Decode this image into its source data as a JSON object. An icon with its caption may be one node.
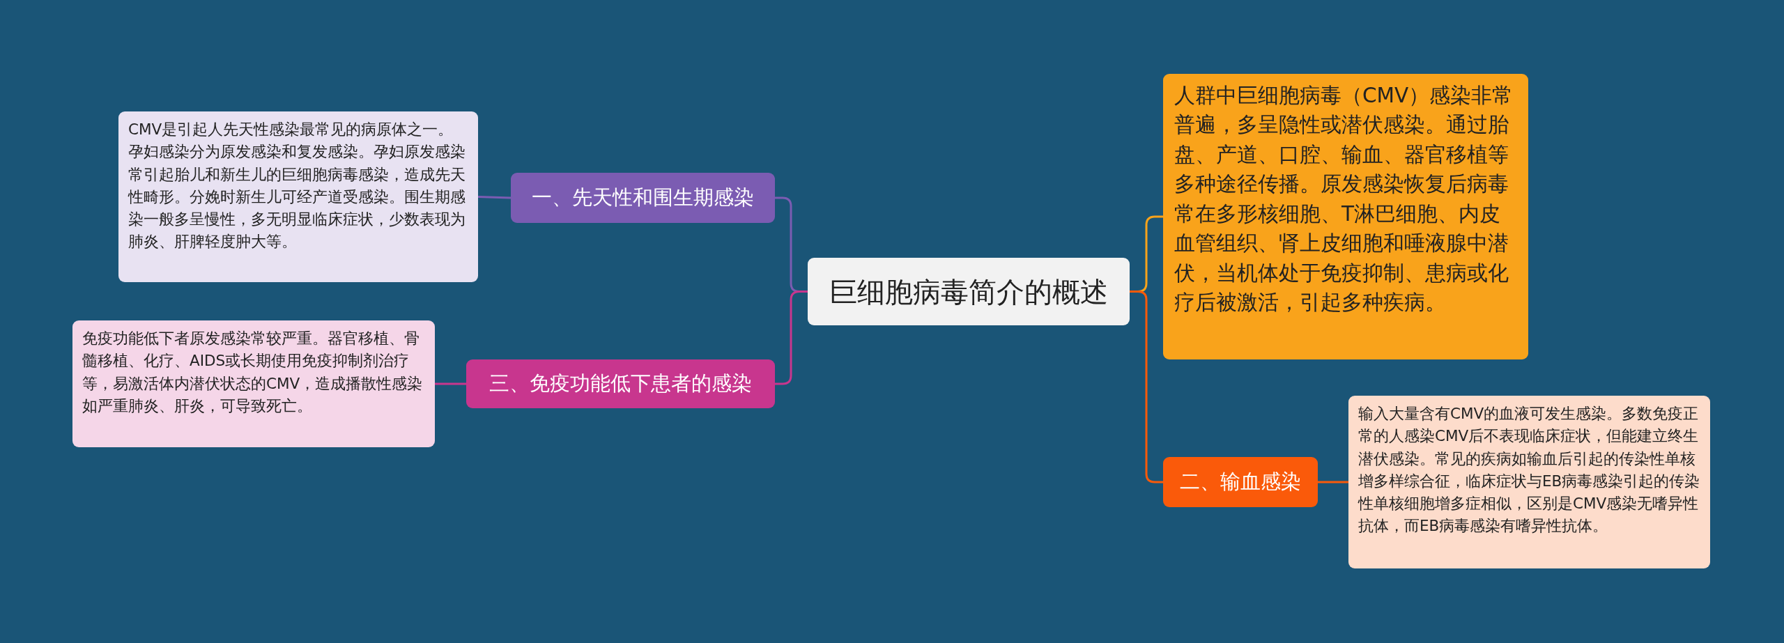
{
  "diagram": {
    "nodes": [
      {
        "text": [
          "巨细胞病毒简介的概述"
        ]
      },
      {
        "text": [
          "一、先天性和围生期感染"
        ]
      },
      {
        "text": [
          "CMV是引起人先天性感染最常见的病原体之一。孕妇感染分为原发感染和复发感染。孕妇原发感染常引起胎儿和新生儿的巨细胞病毒感染，造成先天性畸形。分娩时新生儿可经产道受感染。围生期感染一般多呈慢性，多无明显临床症状，少数表现为肺炎、肝脾轻度肿大等。"
        ]
      },
      {
        "text": [
          "三、免疫功能低下患者的感染"
        ]
      },
      {
        "text": [
          "免疫功能低下者原发感染常较严重。器官移植、骨髓移植、化疗、AIDS或长期使用免疫抑制剂治疗等，易激活体内潜伏状态的CMV，造成播散性感染如严重肺炎、肝炎，可导致死亡。"
        ]
      },
      {
        "text": [
          "人群中巨细胞病毒（CMV）感染非常普遍，多呈隐性或潜伏感染。通过胎盘、产道、口腔、输血、器官移植等多种途径传播。原发感染恢复后病毒常在多形核细胞、T淋巴细胞、内皮血管组织、肾上皮细胞和唾液腺中潜伏，当机体处于免疫抑制、患病或化疗后被激活，引起多种疾病。"
        ]
      },
      {
        "text": [
          "二、输血感染"
        ]
      },
      {
        "text": [
          "输入大量含有CMV的血液可发生感染。多数免疫正常的人感染CMV后不表现临床症状，但能建立终生潜伏感染。常见的疾病如输血后引起的传染性单核增多样综合征，临床症状与EB病毒感染引起的传染性单核细胞增多症相似，区别是CMV感染无嗜异性抗体，而EB病毒感染有嗜异性抗体。"
        ]
      }
    ],
    "edges": [
      {
        "from": 0,
        "to": 1,
        "arrow": "none",
        "color": "#7b5cb2"
      },
      {
        "from": 1,
        "to": 2,
        "arrow": "none",
        "color": "#7b5cb2"
      },
      {
        "from": 0,
        "to": 3,
        "arrow": "none",
        "color": "#c8368e"
      },
      {
        "from": 3,
        "to": 4,
        "arrow": "none",
        "color": "#c8368e"
      },
      {
        "from": 0,
        "to": 5,
        "arrow": "none",
        "color": "#f9a31b"
      },
      {
        "from": 0,
        "to": 6,
        "arrow": "none",
        "color": "#fa5a0a"
      },
      {
        "from": 6,
        "to": 7,
        "arrow": "none",
        "color": "#fa5a0a"
      }
    ]
  }
}
